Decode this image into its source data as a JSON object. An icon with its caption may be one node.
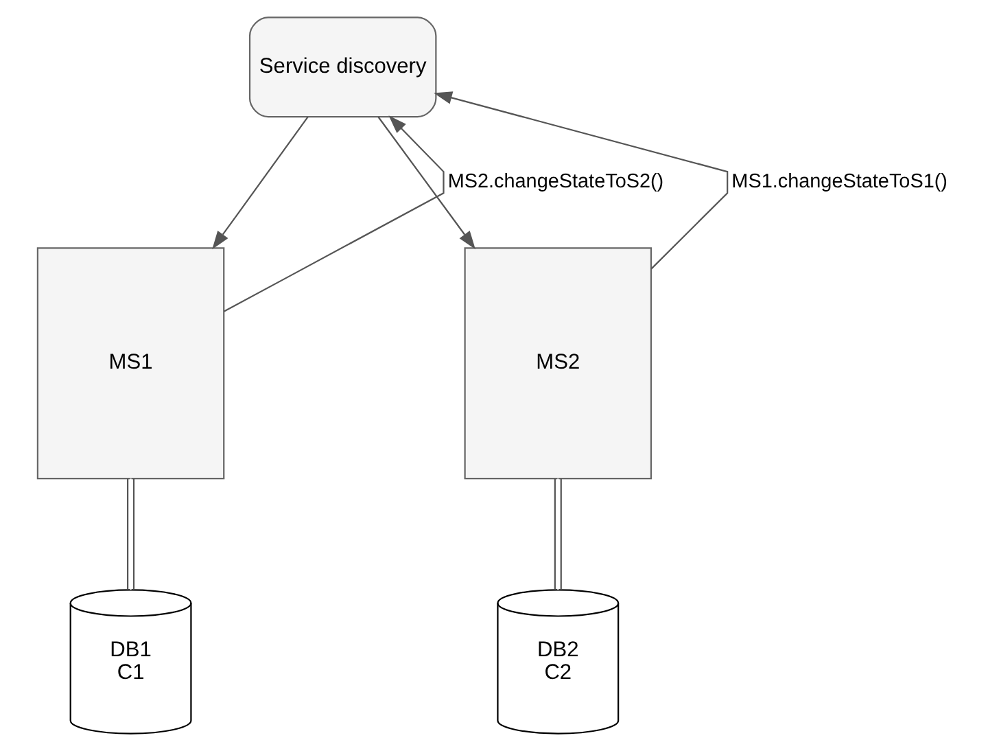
{
  "diagram": {
    "nodes": [
      {
        "text": [
          "Service discovery"
        ]
      },
      {
        "text": [
          "MS1"
        ]
      },
      {
        "text": [
          "MS2"
        ]
      },
      {
        "text": [
          "DB1",
          "C1"
        ]
      },
      {
        "text": [
          "DB2",
          "C2"
        ]
      }
    ],
    "edges": [
      {
        "from": 0,
        "to": 1,
        "arrow": "to"
      },
      {
        "from": 1,
        "to": 0,
        "arrow": "to",
        "label": "MS2.changeStateToS2()"
      },
      {
        "from": 0,
        "to": 2,
        "arrow": "to"
      },
      {
        "from": 2,
        "to": 0,
        "arrow": "to",
        "label": "MS1.changeStateToS1()"
      },
      {
        "from": 1,
        "to": 3,
        "arrow": "none"
      },
      {
        "from": 2,
        "to": 4,
        "arrow": "none"
      }
    ]
  }
}
